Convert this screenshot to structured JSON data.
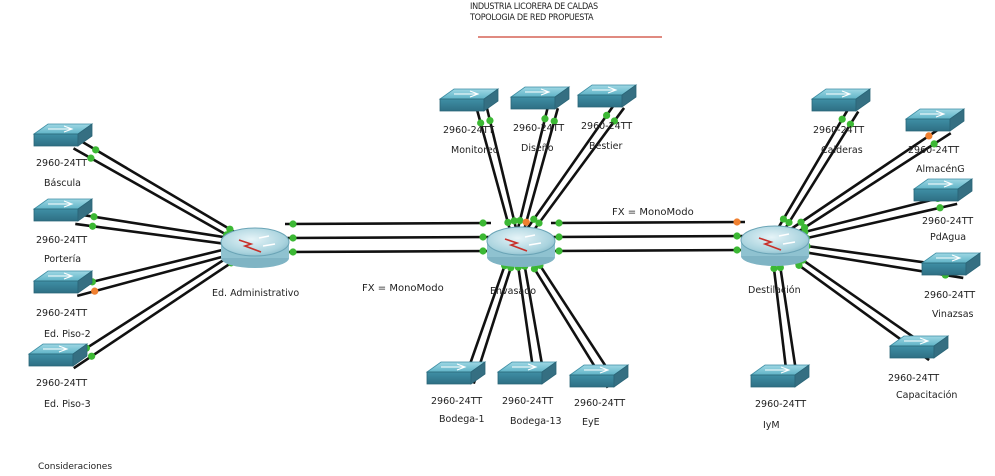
{
  "title": {
    "line1": "INDUSTRIA LICORERA DE CALDAS",
    "line2": "TOPOLOGIA DE RED PROPUESTA"
  },
  "colors": {
    "cable": "#111111",
    "port_up": "#3cb834",
    "port_down": "#f08030",
    "underline": "#e08a80"
  },
  "routers": {
    "admin": "Ed. Administrativo",
    "envasado": "Envasado",
    "destilacion": "Destilación"
  },
  "switches": {
    "bascula": {
      "model": "2960-24TT",
      "name": "Báscula"
    },
    "porteria": {
      "model": "2960-24TT",
      "name": "Portería"
    },
    "piso2": {
      "model": "2960-24TT",
      "name": "Ed. Piso-2"
    },
    "piso3": {
      "model": "2960-24TT",
      "name": "Ed. Piso-3"
    },
    "monitoreo": {
      "model": "2960-24TT",
      "name": "Monitoreo"
    },
    "diseno": {
      "model": "2960-24TT",
      "name": "Diseño"
    },
    "bestier": {
      "model": "2960-24TT",
      "name": "Bestier"
    },
    "bodega1": {
      "model": "2960-24TT",
      "name": "Bodega-1"
    },
    "bodega13": {
      "model": "2960-24TT",
      "name": "Bodega-13"
    },
    "eye": {
      "model": "2960-24TT",
      "name": "EyE"
    },
    "calderas": {
      "model": "2960-24TT",
      "name": "Calderas"
    },
    "almacen": {
      "model": "2960-24TT",
      "name": "AlmacénG"
    },
    "pdagua": {
      "model": "2960-24TT",
      "name": "PdAgua"
    },
    "vinazas": {
      "model": "2960-24TT",
      "name": "Vinazsas"
    },
    "capacitacion": {
      "model": "2960-24TT",
      "name": "Capacitación"
    },
    "iym": {
      "model": "2960-24TT",
      "name": "IyM"
    }
  },
  "link_labels": {
    "admin_envasado": "FX = MonoModo",
    "envasado_destilacion": "FX = MonoModo"
  },
  "footer": {
    "considerations": "Consideraciones"
  }
}
